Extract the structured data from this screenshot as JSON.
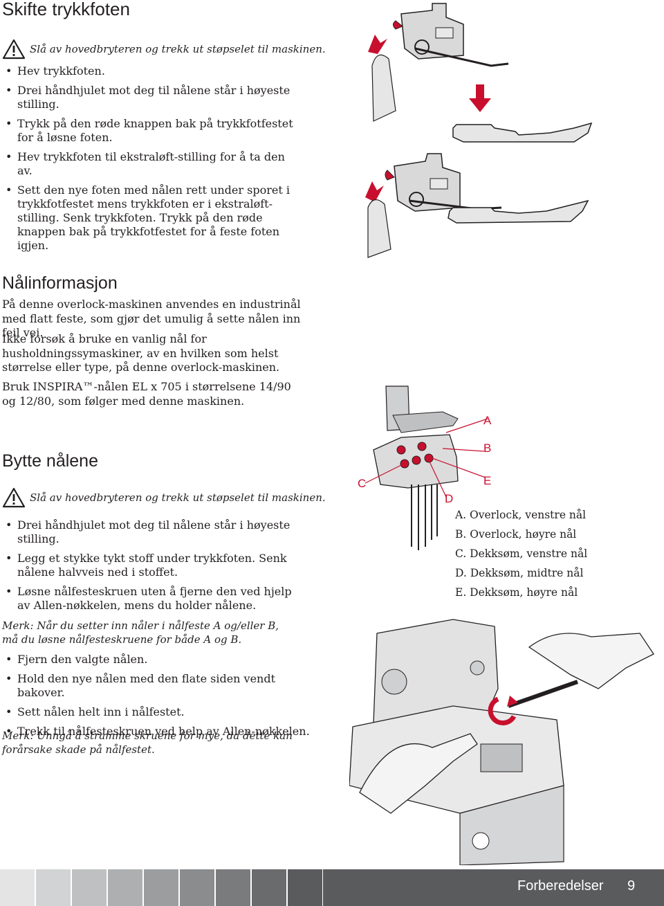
{
  "section1": {
    "title": "Skifte trykkfoten",
    "warning": "Slå av hovedbryteren og trekk ut støpselet til maskinen.",
    "steps": [
      "Hev trykkfoten.",
      "Drei håndhjulet mot deg til nålene står i høyeste stilling.",
      "Trykk på den røde knappen bak på trykkfotfestet for å løsne foten.",
      "Hev trykkfoten til ekstraløft-stilling for å ta den av.",
      "Sett den nye foten med nålen rett under sporet i trykkfotfestet mens trykkfoten er i ekstraløft-stilling. Senk trykkfoten. Trykk på den røde knappen bak på trykkfotfestet for å feste foten igjen."
    ]
  },
  "section2": {
    "title": "Nålinformasjon",
    "paragraphs": [
      "På denne overlock-maskinen anvendes en industrinål med flatt feste, som gjør det umulig å sette nålen inn feil vei.",
      "Ikke forsøk å bruke en vanlig nål for husholdningssymaskiner, av en hvilken som helst størrelse eller type, på denne overlock-maskinen.",
      "Bruk INSPIRA™-nålen EL x 705 i størrelsene 14/90 og 12/80, som følger med denne maskinen."
    ]
  },
  "needle_figure": {
    "labels": {
      "a": "A",
      "b": "B",
      "c": "C",
      "d": "D",
      "e": "E"
    },
    "legend": [
      "A. Overlock, venstre nål",
      "B. Overlock, høyre nål",
      "C. Dekksøm, venstre nål",
      "D. Dekksøm, midtre nål",
      "E. Dekksøm, høyre nål"
    ]
  },
  "section3": {
    "title": "Bytte nålene",
    "warning": "Slå av hovedbryteren og trekk ut støpselet til maskinen.",
    "steps_a": [
      "Drei håndhjulet mot deg til nålene står i høyeste stilling.",
      "Legg et stykke tykt stoff under trykkfoten. Senk nålene halvveis ned i stoffet.",
      "Løsne nålfesteskruen uten å fjerne den ved hjelp av Allen-nøkkelen, mens du holder nålene."
    ],
    "note1": "Merk: Når du setter inn nåler i nålfeste A og/eller B, må du løsne nålfesteskruene for både A og B.",
    "steps_b": [
      "Fjern den valgte nålen.",
      "Hold den nye nålen med den flate siden vendt bakover.",
      "Sett nålen helt inn i nålfestet.",
      "Trekk til nålfesteskruen ved help av Allen-nøkkelen."
    ],
    "note2": "Merk: Unngå å stramme skruene for mye, da dette kan forårsake skade på nålfestet."
  },
  "footer": {
    "chapter": "Forberedelser",
    "page": "9",
    "block_colors": [
      "#e4e4e5",
      "#d2d3d4",
      "#bfc0c1",
      "#aeafb0",
      "#9c9d9f",
      "#8b8c8e",
      "#7a7b7d",
      "#6a6b6d",
      "#5a5b5d"
    ]
  },
  "colors": {
    "accent_red": "#c8102e",
    "footer_gray": "#5a5b5d"
  }
}
